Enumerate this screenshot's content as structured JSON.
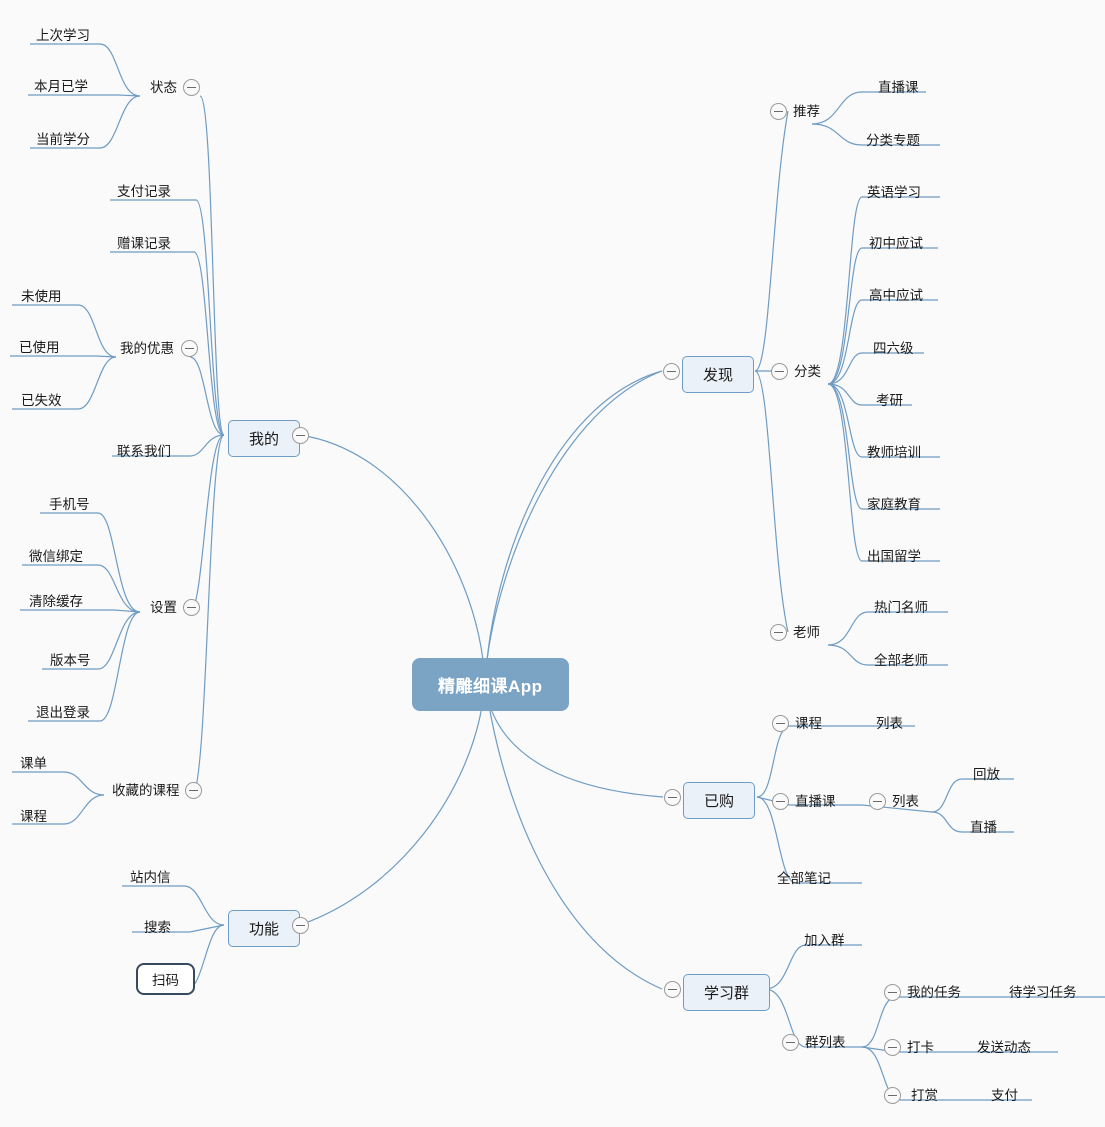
{
  "diagram": {
    "type": "mindmap",
    "title": "精雕细课App",
    "background_color": "#fafafa",
    "link_color": "#6f9cc4",
    "root_fill": "#7aa3c4",
    "root_text_color": "#ffffff",
    "branch_fill": "#eaf1f8",
    "branch_border": "#6f9cc4",
    "selected_border": "#37495c",
    "toggle_icon": "collapse-minus-icon"
  },
  "root": {
    "label": "精雕细课App"
  },
  "branches": {
    "faxian": {
      "label": "发现",
      "children": {
        "tuijian": {
          "label": "推荐",
          "items": [
            {
              "label": "直播课"
            },
            {
              "label": "分类专题"
            }
          ]
        },
        "fenlei": {
          "label": "分类",
          "items": [
            {
              "label": "英语学习"
            },
            {
              "label": "初中应试"
            },
            {
              "label": "高中应试"
            },
            {
              "label": "四六级"
            },
            {
              "label": "考研"
            },
            {
              "label": "教师培训"
            },
            {
              "label": "家庭教育"
            },
            {
              "label": "出国留学"
            }
          ]
        },
        "laoshi": {
          "label": "老师",
          "items": [
            {
              "label": "热门名师"
            },
            {
              "label": "全部老师"
            }
          ]
        }
      }
    },
    "yigou": {
      "label": "已购",
      "children": {
        "kecheng": {
          "label": "课程",
          "items": [
            {
              "label": "列表"
            }
          ]
        },
        "zhibooke": {
          "label": "直播课",
          "items": [
            {
              "label": "列表",
              "items": [
                {
                  "label": "回放"
                },
                {
                  "label": "直播"
                }
              ]
            }
          ]
        },
        "biji": {
          "label": "全部笔记"
        }
      }
    },
    "xuexiqun": {
      "label": "学习群",
      "children": {
        "jiaruqun": {
          "label": "加入群"
        },
        "qunliebiao": {
          "label": "群列表",
          "items": [
            {
              "label": "我的任务",
              "items": [
                {
                  "label": "待学习任务"
                }
              ]
            },
            {
              "label": "打卡",
              "items": [
                {
                  "label": "发送动态"
                }
              ]
            },
            {
              "label": "打赏",
              "items": [
                {
                  "label": "支付"
                }
              ]
            }
          ]
        }
      }
    },
    "wode": {
      "label": "我的",
      "children": {
        "zhuangtai": {
          "label": "状态",
          "items": [
            {
              "label": "上次学习"
            },
            {
              "label": "本月已学"
            },
            {
              "label": "当前学分"
            }
          ]
        },
        "zhifujilu": {
          "label": "支付记录"
        },
        "zengkejilu": {
          "label": "赠课记录"
        },
        "youhui": {
          "label": "我的优惠",
          "items": [
            {
              "label": "未使用"
            },
            {
              "label": "已使用"
            },
            {
              "label": "已失效"
            }
          ]
        },
        "lianxi": {
          "label": "联系我们"
        },
        "shezhi": {
          "label": "设置",
          "items": [
            {
              "label": "手机号"
            },
            {
              "label": "微信绑定"
            },
            {
              "label": "清除缓存"
            },
            {
              "label": "版本号"
            },
            {
              "label": "退出登录"
            }
          ]
        },
        "shoucang": {
          "label": "收藏的课程",
          "items": [
            {
              "label": "课单"
            },
            {
              "label": "课程"
            }
          ]
        }
      }
    },
    "gongneng": {
      "label": "功能",
      "children": {
        "zhanneixin": {
          "label": "站内信"
        },
        "sousuo": {
          "label": "搜索"
        },
        "saoma": {
          "label": "扫码",
          "selected": true
        }
      }
    }
  }
}
